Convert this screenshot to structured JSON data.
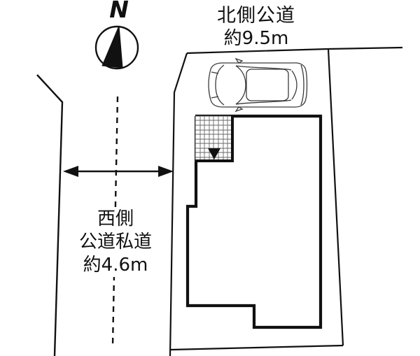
{
  "page": {
    "background": "#ffffff",
    "line_color": "#111111"
  },
  "compass": {
    "north_letter": "N"
  },
  "north_road_label": {
    "line1": "北側公道",
    "line2": "約9.5m"
  },
  "west_road_label": {
    "line1": "西側",
    "line2": "公道私道",
    "line3": "約4.6m"
  }
}
